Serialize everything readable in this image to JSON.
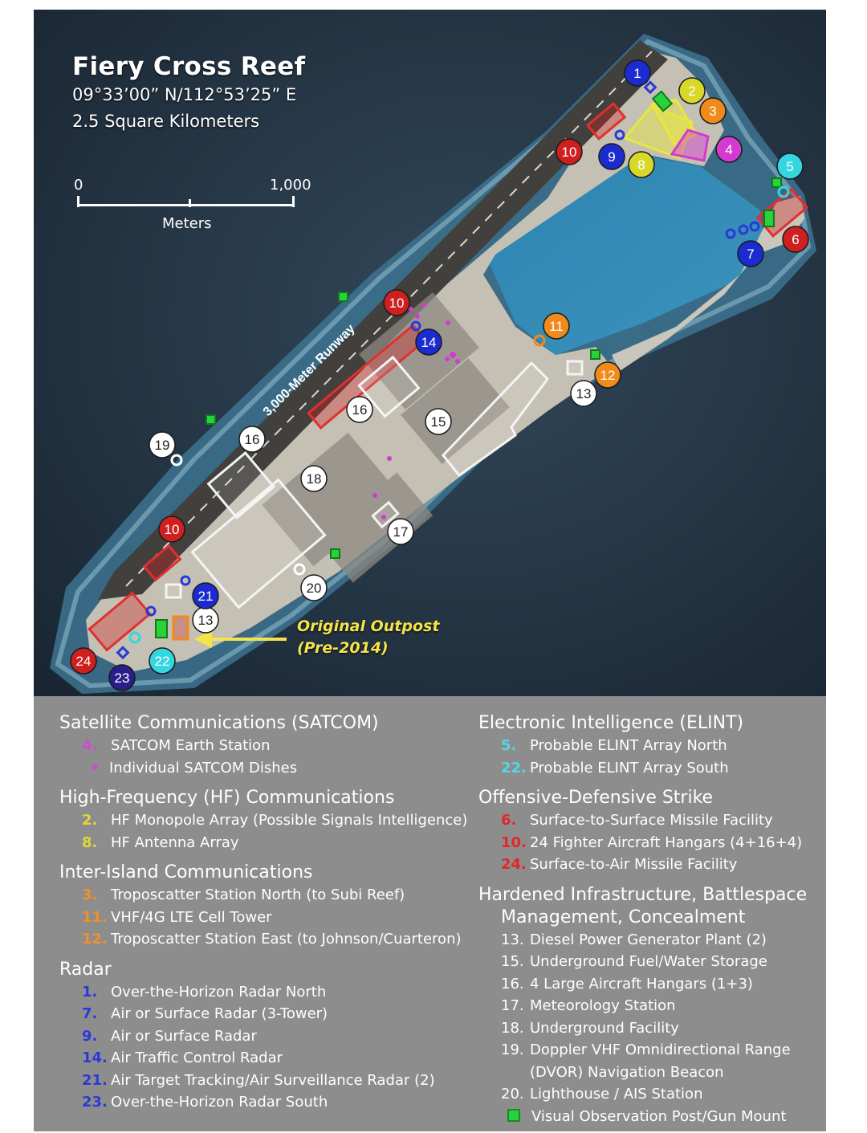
{
  "title": "Fiery Cross Reef",
  "coordinates": "09°33’00” N/112°53’25” E",
  "area": "2.5 Square Kilometers",
  "scale": {
    "start": "0",
    "end": "1,000",
    "unit": "Meters"
  },
  "runway_label": "3,000-Meter Runway",
  "annotation": {
    "line1": "Original Outpost",
    "line2": "(Pre-2014)"
  },
  "markers": [
    {
      "n": "1",
      "color": "#1b2bd0"
    },
    {
      "n": "2",
      "color": "#d8d82a"
    },
    {
      "n": "3",
      "color": "#f08a1a"
    },
    {
      "n": "4",
      "color": "#d33bd0"
    },
    {
      "n": "5",
      "color": "#34d6e0"
    },
    {
      "n": "6",
      "color": "#d01f1f"
    },
    {
      "n": "7",
      "color": "#1b2bd0"
    },
    {
      "n": "8",
      "color": "#d8d82a"
    },
    {
      "n": "9",
      "color": "#1b2bd0"
    },
    {
      "n": "10",
      "color": "#d01f1f"
    },
    {
      "n": "10",
      "color": "#d01f1f"
    },
    {
      "n": "10",
      "color": "#d01f1f"
    },
    {
      "n": "11",
      "color": "#f08a1a"
    },
    {
      "n": "12",
      "color": "#f08a1a"
    },
    {
      "n": "13",
      "color": "#ffffff"
    },
    {
      "n": "13",
      "color": "#ffffff"
    },
    {
      "n": "14",
      "color": "#1b2bd0"
    },
    {
      "n": "15",
      "color": "#ffffff"
    },
    {
      "n": "16",
      "color": "#ffffff"
    },
    {
      "n": "16",
      "color": "#ffffff"
    },
    {
      "n": "17",
      "color": "#ffffff"
    },
    {
      "n": "18",
      "color": "#ffffff"
    },
    {
      "n": "19",
      "color": "#ffffff"
    },
    {
      "n": "20",
      "color": "#ffffff"
    },
    {
      "n": "21",
      "color": "#1b2bd0"
    },
    {
      "n": "22",
      "color": "#34d6e0"
    },
    {
      "n": "23",
      "color": "#2a1f8a"
    },
    {
      "n": "24",
      "color": "#d01f1f"
    }
  ],
  "legend": {
    "left": [
      {
        "heading": "Satellite Communications (SATCOM)",
        "items": [
          {
            "num": "4.",
            "color": "#c94fd0",
            "text": "SATCOM Earth Station"
          },
          {
            "num": "",
            "color": "#c94fd0",
            "marker": "dot",
            "text": "Individual SATCOM Dishes"
          }
        ]
      },
      {
        "heading": "High-Frequency (HF) Communications",
        "items": [
          {
            "num": "2.",
            "color": "#e0d83a",
            "text": "HF Monopole Array (Possible Signals Intelligence)"
          },
          {
            "num": "8.",
            "color": "#e0d83a",
            "text": "HF Antenna Array"
          }
        ]
      },
      {
        "heading": "Inter-Island Communications",
        "items": [
          {
            "num": "3.",
            "color": "#f0902a",
            "text": "Troposcatter Station North (to Subi Reef)"
          },
          {
            "num": "11.",
            "color": "#f0902a",
            "text": "VHF/4G LTE Cell Tower"
          },
          {
            "num": "12.",
            "color": "#f0902a",
            "text": "Troposcatter Station East (to Johnson/Cuarteron)"
          }
        ]
      },
      {
        "heading": "Radar",
        "items": [
          {
            "num": "1.",
            "color": "#2b3ad6",
            "text": "Over-the-Horizon Radar North"
          },
          {
            "num": "7.",
            "color": "#2b3ad6",
            "text": "Air or Surface Radar (3-Tower)"
          },
          {
            "num": "9.",
            "color": "#2b3ad6",
            "text": "Air or Surface Radar"
          },
          {
            "num": "14.",
            "color": "#2b3ad6",
            "text": "Air Traffic Control Radar"
          },
          {
            "num": "21.",
            "color": "#2b3ad6",
            "text": "Air Target Tracking/Air Surveillance Radar (2)"
          },
          {
            "num": "23.",
            "color": "#2b3ad6",
            "text": "Over-the-Horizon Radar South"
          }
        ]
      }
    ],
    "right": [
      {
        "heading": "Electronic Intelligence (ELINT)",
        "items": [
          {
            "num": "5.",
            "color": "#4fd8e6",
            "text": "Probable ELINT Array North"
          },
          {
            "num": "22.",
            "color": "#4fd8e6",
            "text": "Probable ELINT Array South"
          }
        ]
      },
      {
        "heading": "Offensive-Defensive Strike",
        "items": [
          {
            "num": "6.",
            "color": "#e0282a",
            "text": "Surface-to-Surface Missile Facility"
          },
          {
            "num": "10.",
            "color": "#e0282a",
            "text": "24 Fighter Aircraft Hangars (4+16+4)"
          },
          {
            "num": "24.",
            "color": "#e0282a",
            "text": "Surface-to-Air Missile Facility"
          }
        ]
      },
      {
        "heading": "Hardened Infrastructure, Battlespace",
        "heading2": "Management, Concealment",
        "items": [
          {
            "num": "13.",
            "color": "#ffffff",
            "text": "Diesel Power Generator Plant (2)"
          },
          {
            "num": "15.",
            "color": "#ffffff",
            "text": "Underground Fuel/Water Storage"
          },
          {
            "num": "16.",
            "color": "#ffffff",
            "text": "4 Large Aircraft Hangars (1+3)"
          },
          {
            "num": "17.",
            "color": "#ffffff",
            "text": "Meteorology Station"
          },
          {
            "num": "18.",
            "color": "#ffffff",
            "text": "Underground Facility"
          },
          {
            "num": "19.",
            "color": "#ffffff",
            "text": "Doppler VHF Omnidirectional Range",
            "cont": "(DVOR) Navigation Beacon"
          },
          {
            "num": "20.",
            "color": "#ffffff",
            "text": "Lighthouse / AIS Station"
          },
          {
            "num": "",
            "color": "#ffffff",
            "marker": "square",
            "text": "Visual Observation Post/Gun Mount"
          }
        ]
      }
    ]
  }
}
